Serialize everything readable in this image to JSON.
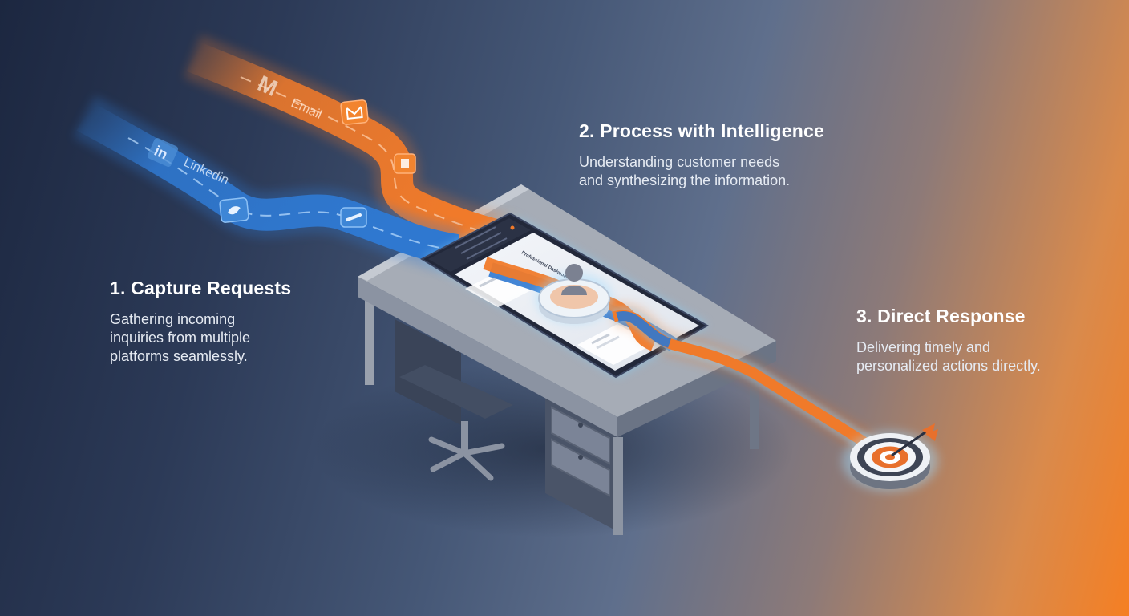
{
  "steps": [
    {
      "title": "1. Capture Requests",
      "lines": [
        "Gathering incoming",
        "inquiries from multiple",
        "platforms seamlessly."
      ]
    },
    {
      "title": "2. Process with Intelligence",
      "lines": [
        "Understanding customer needs",
        "and synthesizing the information."
      ]
    },
    {
      "title": "3. Direct Response",
      "lines": [
        "Delivering timely and",
        "personalized actions directly."
      ]
    }
  ],
  "streams": {
    "email_label": "Email",
    "linkedin_label": "Linkedin",
    "email_logo": "M",
    "linkedin_logo": "in"
  },
  "screen": {
    "title": "Professional Dashboard"
  },
  "colors": {
    "orange": "#f07a2a",
    "blue": "#2f78d0",
    "desk_top": "#a6acb6",
    "desk_side": "#586274",
    "target_red": "#e8702c"
  },
  "icons": [
    "gmail-logo-icon",
    "linkedin-logo-icon",
    "envelope-icon",
    "document-icon",
    "bird-icon",
    "chat-icon",
    "user-avatar-icon",
    "target-icon",
    "arrow-icon"
  ]
}
